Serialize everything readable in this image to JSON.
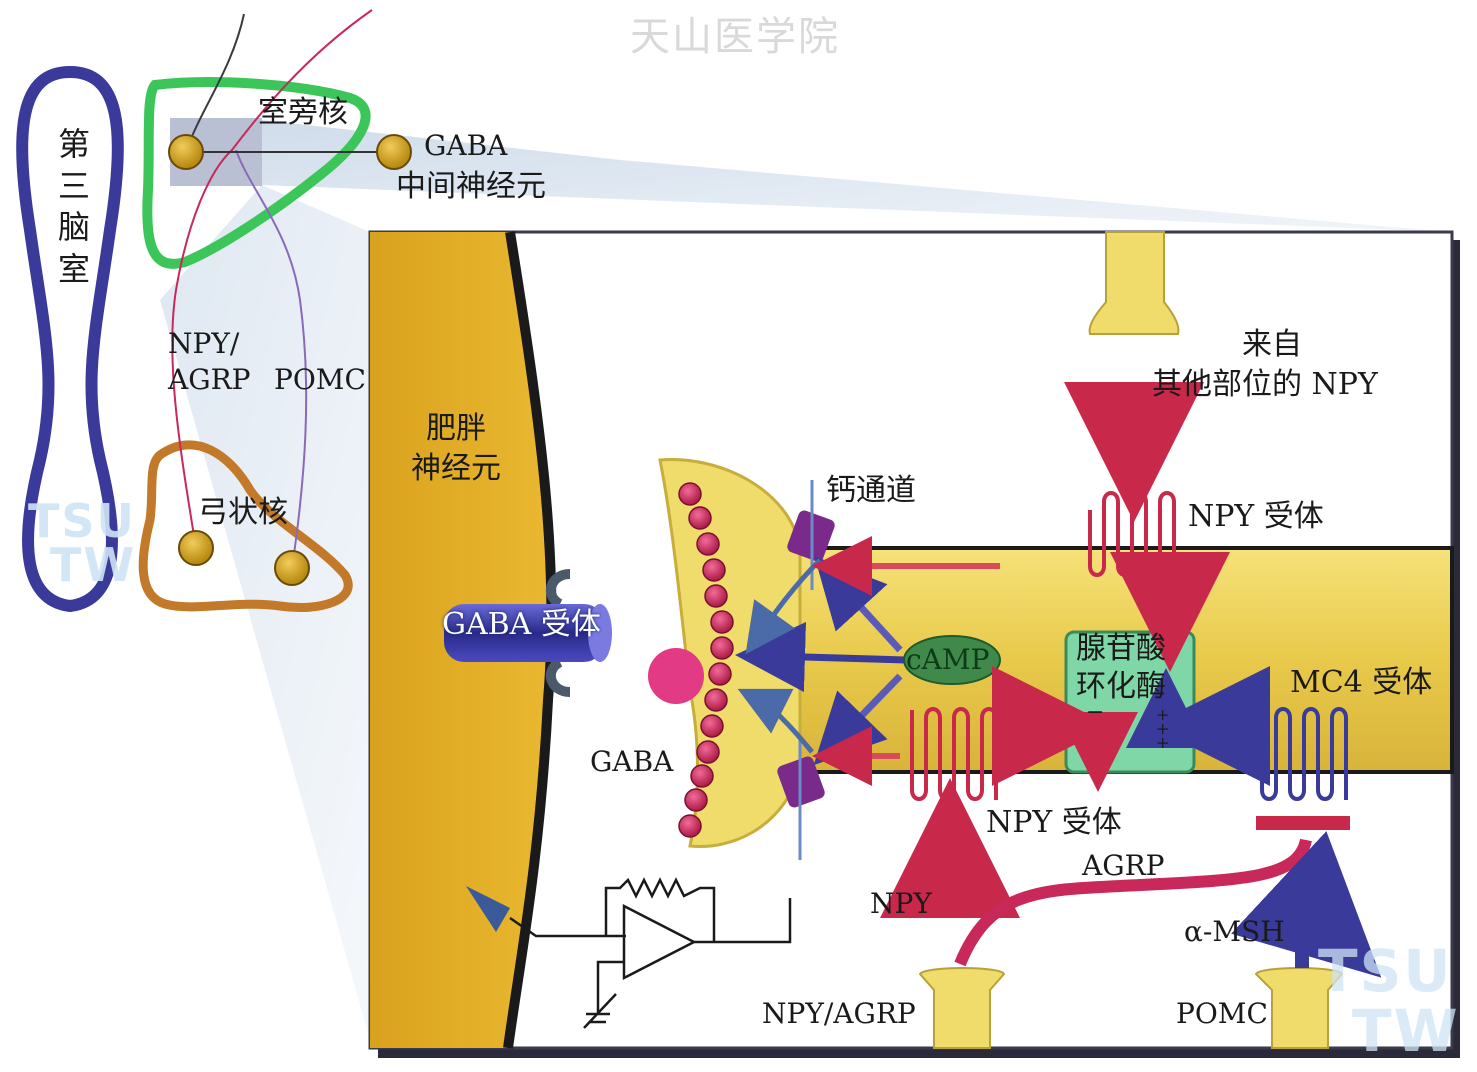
{
  "watermark": {
    "top_text": "天山医学院",
    "corner_text_1": "TSU",
    "corner_text_2": "TW"
  },
  "left_panel": {
    "third_ventricle": "第三脑室",
    "paraventricular_nucleus": "室旁核",
    "gaba_interneuron_line1": "GABA",
    "gaba_interneuron_line2": "中间神经元",
    "npy_agrp_line1": "NPY/",
    "npy_agrp_line2": "AGRP",
    "pomc": "POMC",
    "arcuate_nucleus": "弓状核"
  },
  "main_panel": {
    "obesity_neuron_line1": "肥胖",
    "obesity_neuron_line2": "神经元",
    "gaba_receptor": "GABA 受体",
    "calcium_channel": "钙通道",
    "camp": "cAMP",
    "adenylate_cyclase_line1": "腺苷酸",
    "adenylate_cyclase_line2": "环化酶",
    "minus_sign": "−",
    "plus_signs": "+ + +",
    "gaba": "GABA",
    "npy_from_other_line1": "来自",
    "npy_from_other_line2": "其他部位的 NPY",
    "npy_receptor_top": "NPY 受体",
    "npy_receptor_bottom": "NPY 受体",
    "mc4_receptor": "MC4 受体",
    "agrp": "AGRP",
    "npy": "NPY",
    "alpha_msh": "α-MSH",
    "npy_agrp_terminal": "NPY/AGRP",
    "pomc_terminal": "POMC"
  },
  "colors": {
    "ventricle": "#3a3a9a",
    "pvn_outline": "#3cc65a",
    "arc_outline": "#c27a2a",
    "neuron_yellow": "#e8c23a",
    "terminal_yellow": "#f0dc6a",
    "npy_red": "#c8284a",
    "msh_blue": "#3a3a9a",
    "cyclase_green": "#7fd6a6",
    "camp_green": "#3f8a4a",
    "vesicle": "#c8285a",
    "panel_bg": "#ffffff",
    "zoom_cone": "#cfdbe8"
  }
}
